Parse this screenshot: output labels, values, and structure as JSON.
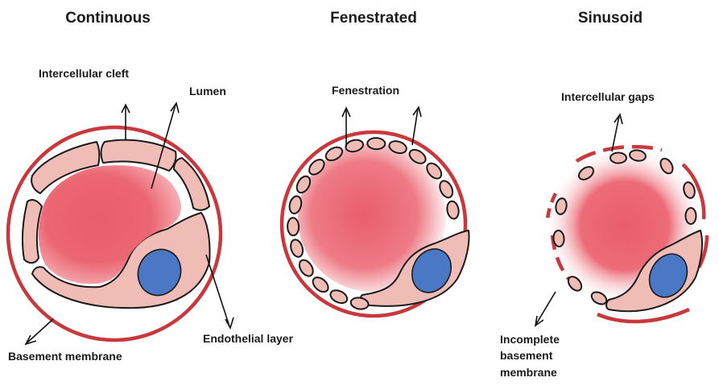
{
  "titles": {
    "continuous": "Continuous",
    "fenestrated": "Fenestrated",
    "sinusoid": "Sinusoid"
  },
  "labels": {
    "intercellular_cleft": "Intercellular cleft",
    "lumen": "Lumen",
    "basement_membrane": "Basement membrane",
    "endothelial_layer": "Endothelial layer",
    "fenestration": "Fenestration",
    "intercellular_gaps": "Intercellular gaps",
    "incomplete_basement_membrane": [
      "Incomplete",
      "basement",
      "membrane"
    ]
  },
  "colors": {
    "basement_membrane": "#c8383d",
    "lumen_core": "#e95d6c",
    "endothelial_cell": "#efbcb6",
    "nucleus": "#4a78c4"
  }
}
